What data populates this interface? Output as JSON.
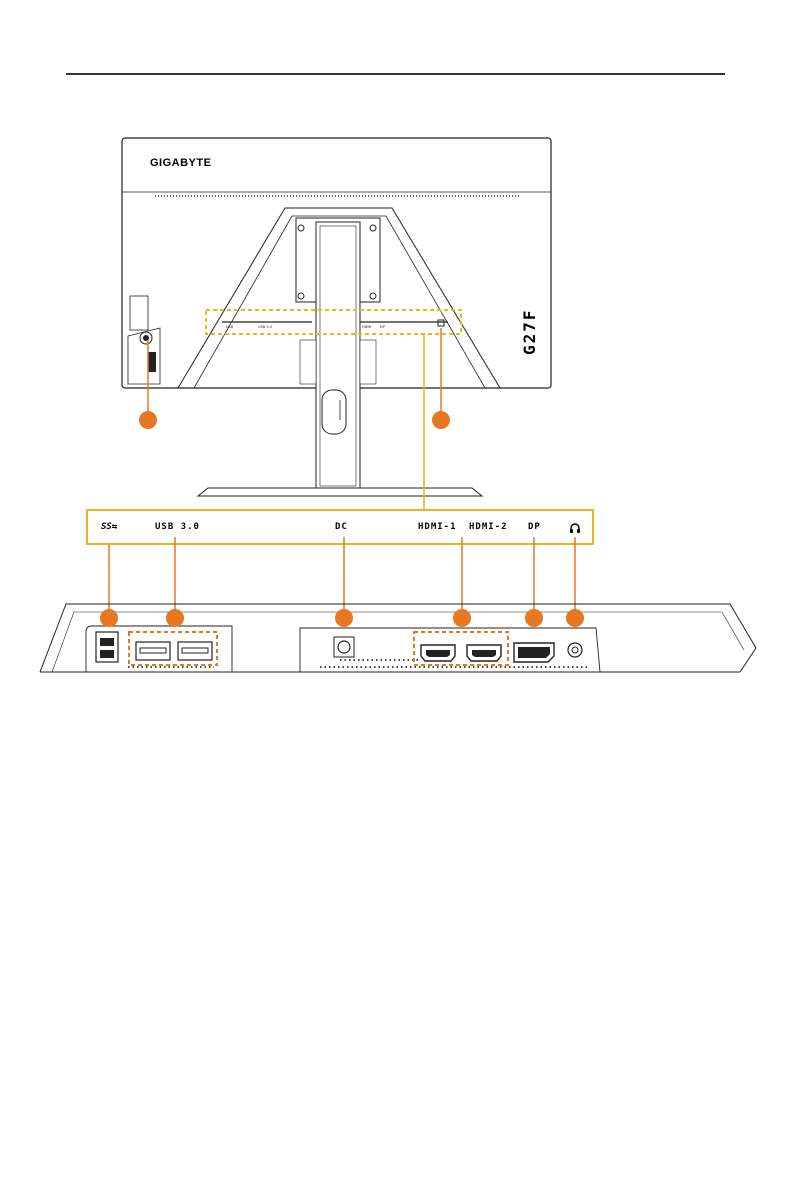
{
  "page": {
    "brand": "GIGABYTE",
    "model": "G27F"
  },
  "ports": {
    "usb_upstream_label": "SS⇆",
    "usb_label": "USB 3.0",
    "dc_label": "DC",
    "hdmi1_label": "HDMI-1",
    "hdmi2_label": "HDMI-2",
    "dp_label": "DP",
    "headphone_icon": "headphone-icon"
  },
  "colors": {
    "callout_orange": "#e87722",
    "highlight_yellow": "#f0b323",
    "line": "#222222"
  }
}
